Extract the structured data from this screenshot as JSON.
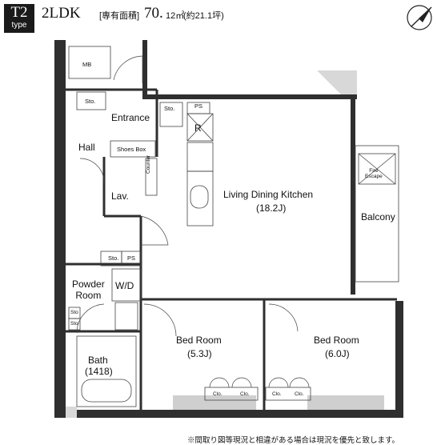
{
  "header": {
    "type_badge": "T2",
    "type_sub": "type",
    "layout": "2LDK",
    "area_label": "[専有面積]",
    "area_value": "70.",
    "area_unit": "12㎡",
    "area_approx": "(約21.1坪)"
  },
  "compass_icon": "north-arrow-icon",
  "rooms": {
    "mb": "MB",
    "sto_hall": "Sto.",
    "entrance": "Entrance",
    "sto_entrance": "Sto.",
    "ps_top": "PS",
    "refrigerator": "R",
    "hall": "Hall",
    "shoes_box": "Shoes Box",
    "counter": "Counter",
    "lav": "Lav.",
    "ldk_name": "Living Dining Kitchen",
    "ldk_size": "(18.2J)",
    "fire_escape": "Fire\nEscape",
    "balcony": "Balcony",
    "sto_lav": "Sto.",
    "ps_lav": "PS",
    "powder_room": "Powder\nRoom",
    "wd": "W/D",
    "sto_bath_1": "Sto",
    "sto_bath_2": "Sto",
    "bath_name": "Bath",
    "bath_size": "(1418)",
    "bed1_name": "Bed Room",
    "bed1_size": "(5.3J)",
    "bed2_name": "Bed Room",
    "bed2_size": "(6.0J)",
    "clo_1": "Clo.",
    "clo_2": "Clo.",
    "clo_3": "Clo.",
    "clo_4": "Clo."
  },
  "footnote": "※間取り図等現況と相違がある場合は現況を優先と致します。"
}
